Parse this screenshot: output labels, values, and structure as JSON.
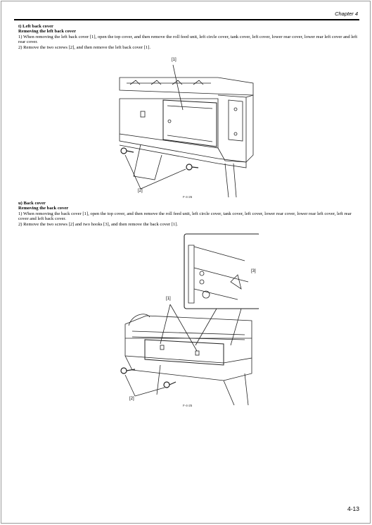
{
  "header": {
    "chapter": "Chapter 4"
  },
  "section_t": {
    "title": "t) Left back cover",
    "subtitle": "Removing the left back cover",
    "step1": "1) When removing the left back cover [1], open the top cover, and then remove the roll feed unit, left circle cover, tank cover, left cover, lower rear cover, lower rear left cover and left rear cover.",
    "step2": "2) Remove the two screws [2], and then remove the left back cover [1].",
    "fig": {
      "callout1": "[1]",
      "callout2": "[2]",
      "caption": "F-4-26"
    }
  },
  "section_u": {
    "title": "u) Back cover",
    "subtitle": "Removing the back cover",
    "step1": "1) When removing the back cover [1], open the top cover, and then remove the roll feed unit, left circle cover, tank cover, left cover, lower rear cover, lower rear left cover, left rear cover and left back cover.",
    "step2": "2) Remove the two screws [2] and two hooks [3], and then remove the back cover [1].",
    "fig": {
      "callout1": "[1]",
      "callout2": "[2]",
      "callout3": "[3]",
      "caption": "F-4-25"
    }
  },
  "footer": {
    "page_number": "4-13"
  }
}
